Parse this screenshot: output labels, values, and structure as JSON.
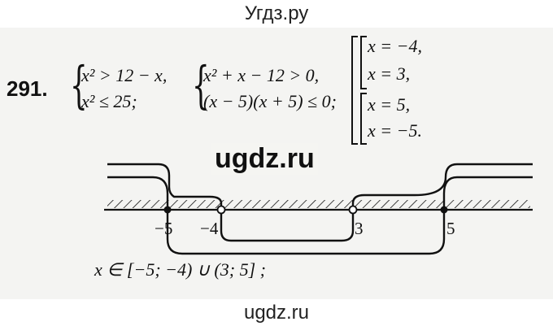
{
  "header": {
    "site": "Угдз.ру"
  },
  "footer": {
    "site": "ugdz.ru"
  },
  "watermark": {
    "text": "ugdz.ru"
  },
  "problem": {
    "number": "291.",
    "system1": {
      "line1": "x² > 12 − x,",
      "line2": "x² ≤ 25;"
    },
    "system2": {
      "line1": "x² + x − 12 > 0,",
      "line2": "(x − 5)(x + 5) ≤ 0;"
    },
    "roots": {
      "r1": "x = −4,",
      "r2": "x = 3,",
      "r3": "x = 5,",
      "r4": "x = −5."
    }
  },
  "number_line": {
    "ticks": [
      "−5",
      "−4",
      "3",
      "5"
    ]
  },
  "answer": {
    "text": "x ∈ [−5; −4) ∪ (3; 5] ;"
  }
}
